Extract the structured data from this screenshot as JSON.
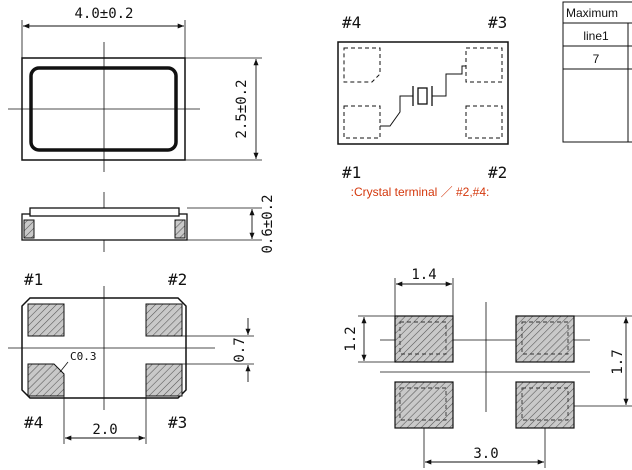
{
  "dimensions": {
    "width": "4.0±0.2",
    "height": "2.5±0.2",
    "thickness": "0.6±0.2",
    "chamfer": "C0.3",
    "pad_pitch": "2.0",
    "pad_gap": "0.7",
    "land_width": "1.4",
    "land_height": "1.2",
    "land_span": "1.7",
    "land_pitch": "3.0"
  },
  "pins": {
    "p1": "#1",
    "p2": "#2",
    "p3": "#3",
    "p4": "#4"
  },
  "crystal_note": ":Crystal terminal ／ #2,#4:",
  "table": {
    "header": "Maximum",
    "row1": "line1",
    "row2": "7"
  }
}
